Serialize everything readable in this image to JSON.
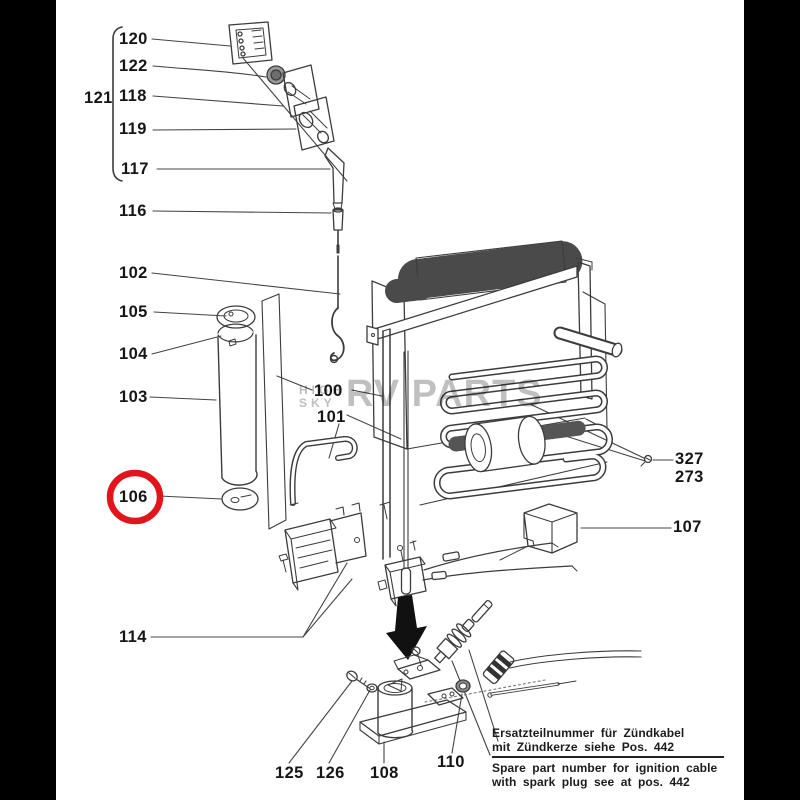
{
  "diagram": {
    "kind": "exploded-parts-diagram",
    "background_color": "#ffffff",
    "letterbox_color": "#000000"
  },
  "highlight": {
    "part": "106",
    "color": "#e0161c"
  },
  "labels": {
    "p121": "121",
    "p120": "120",
    "p122": "122",
    "p118": "118",
    "p119": "119",
    "p117": "117",
    "p116": "116",
    "p102": "102",
    "p105": "105",
    "p104": "104",
    "p103": "103",
    "p106": "106",
    "p100": "100",
    "p101": "101",
    "p114": "114",
    "p327": "327",
    "p273": "273",
    "p107": "107",
    "p125": "125",
    "p126": "126",
    "p108": "108",
    "p110": "110"
  },
  "watermark": {
    "line1": "HIGH",
    "line2": "SKY",
    "main": "RV PARTS"
  },
  "note": {
    "de_line1": "Ersatzteilnummer für Zündkabel",
    "de_line2": "mit Zündkerze siehe Pos. 442",
    "en_line1": "Spare part number for ignition cable",
    "en_line2": "with spark plug see at pos. 442"
  }
}
